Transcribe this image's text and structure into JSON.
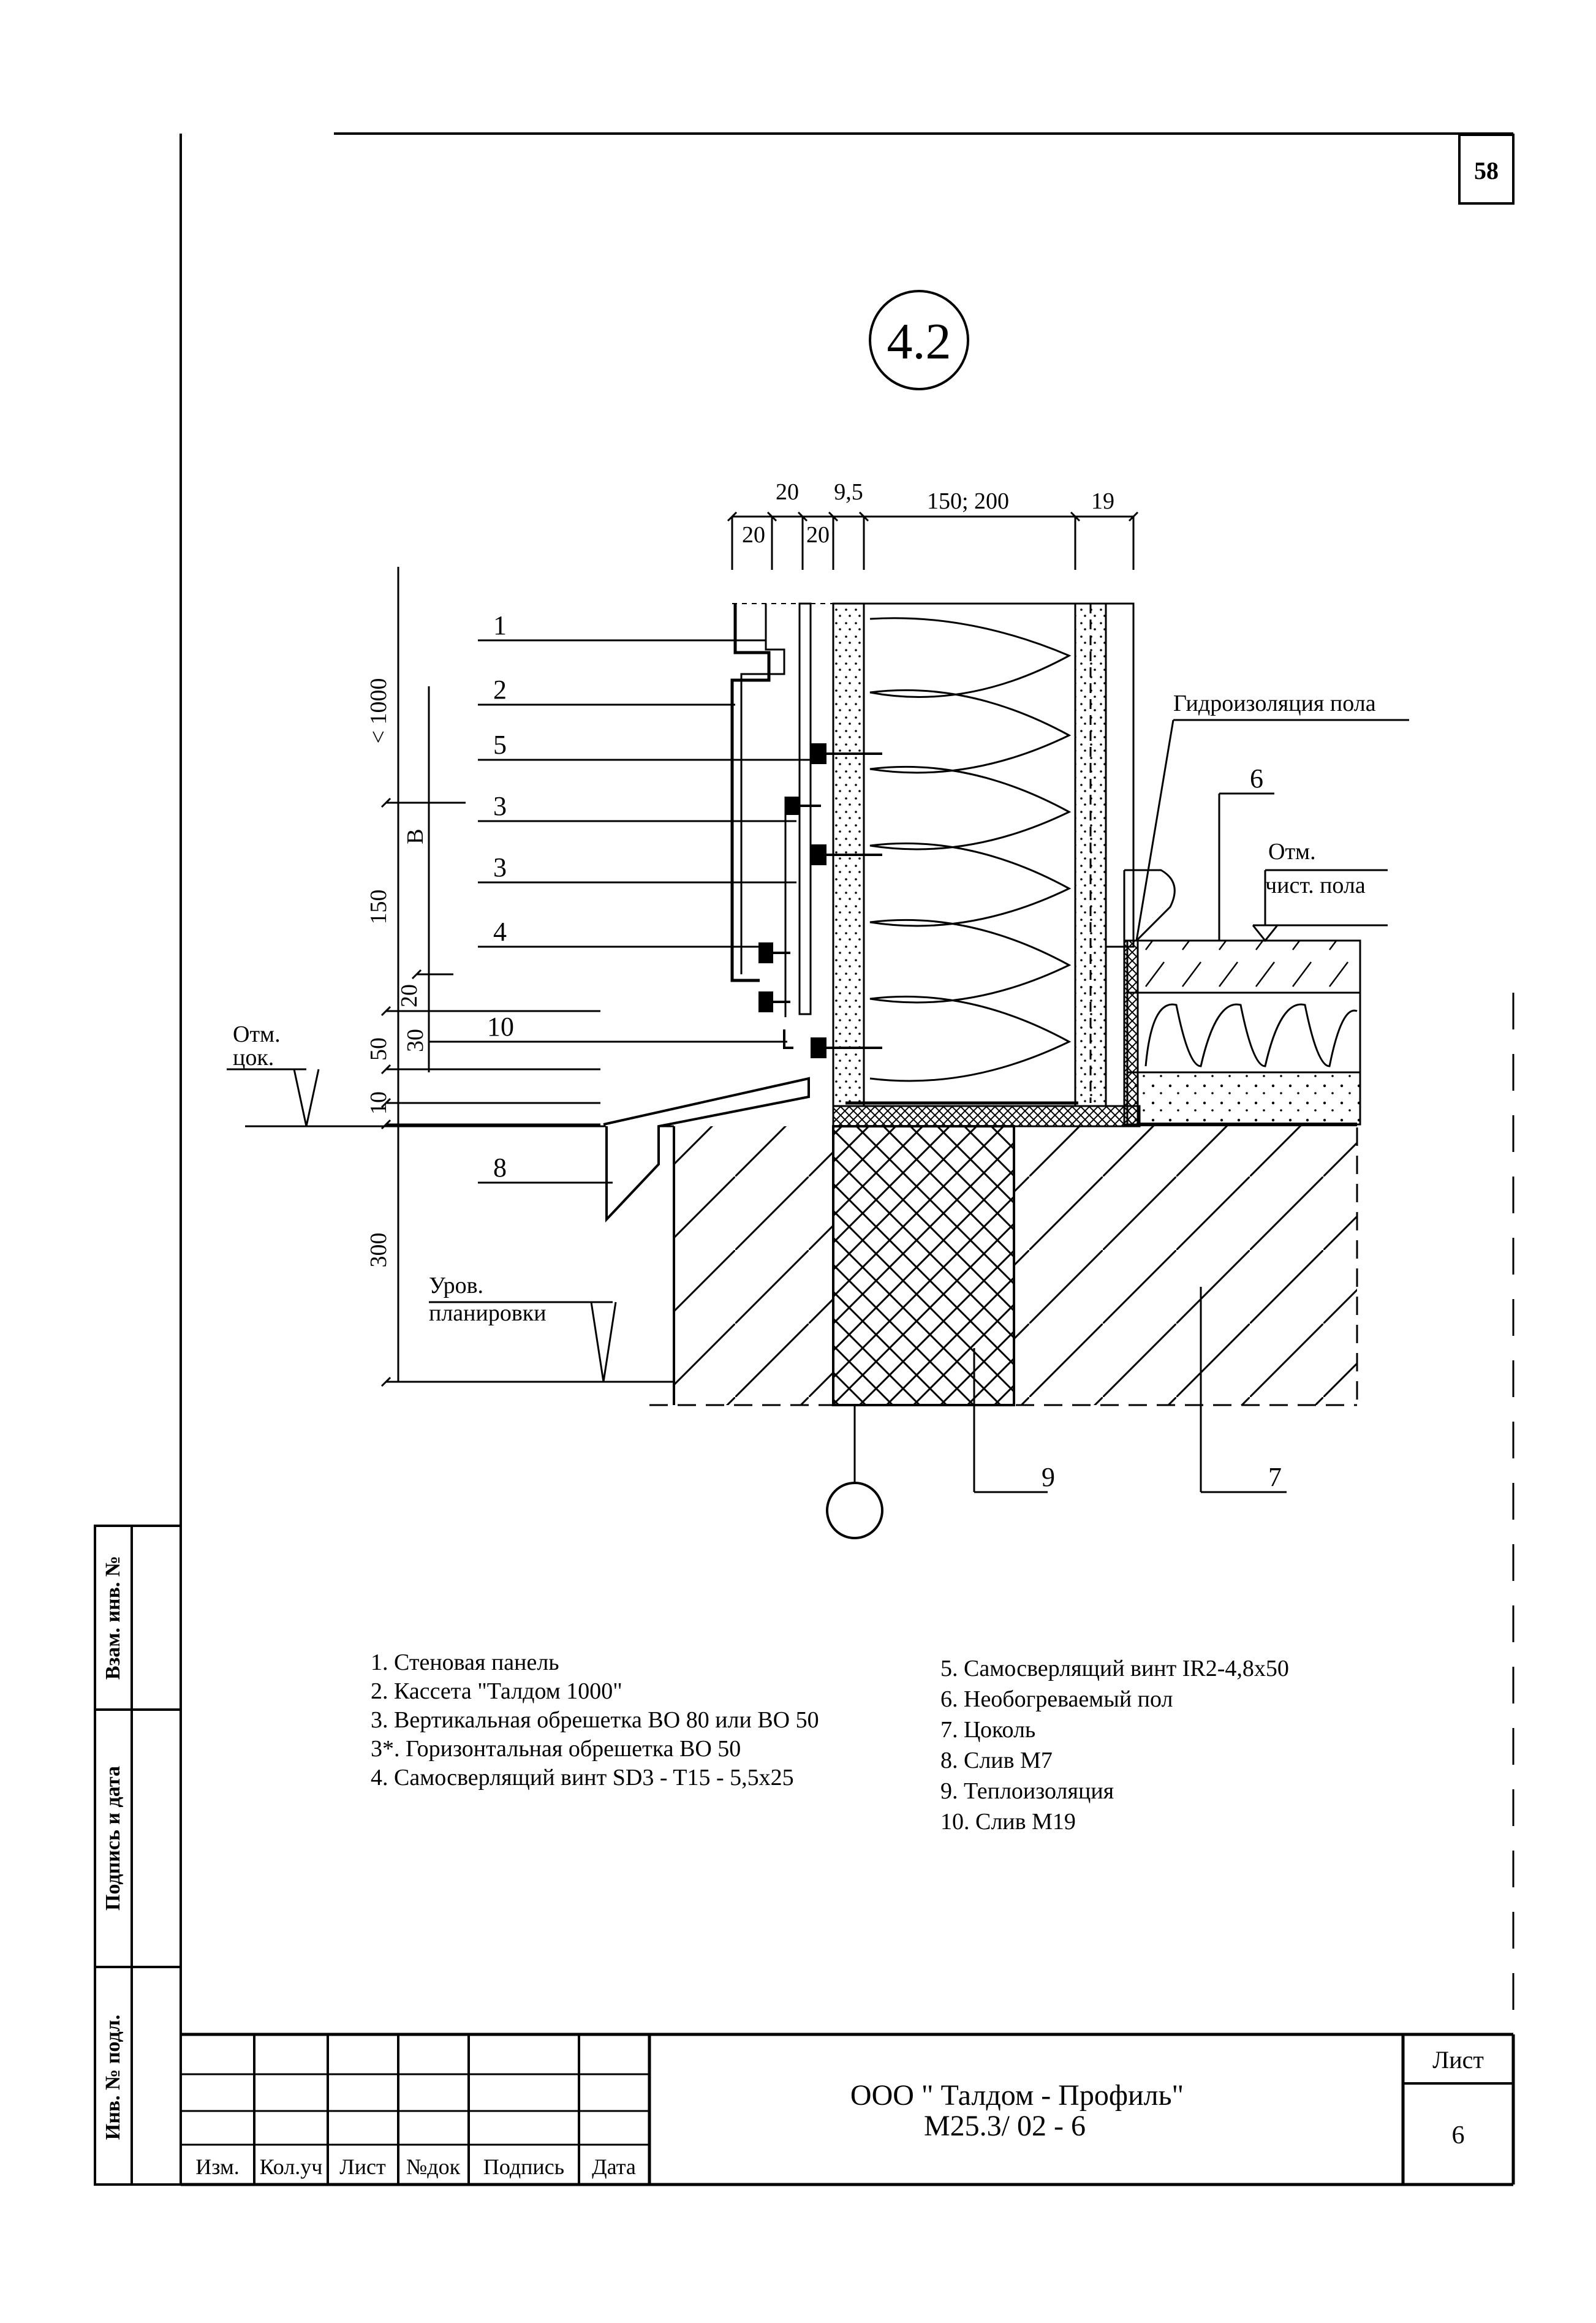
{
  "page_number": "58",
  "detail_number": "4.2",
  "dimensions_top": {
    "row_upper": [
      "20",
      "9,5",
      "150; 200",
      "19"
    ],
    "row_lower": [
      "20",
      "20"
    ]
  },
  "dimensions_left": {
    "lt1000": "< 1000",
    "b": "В",
    "d150": "150",
    "d20": "20",
    "d30": "30",
    "d50": "50",
    "d10": "10",
    "d300": "300"
  },
  "callouts": [
    "1",
    "2",
    "5",
    "3",
    "3",
    "4",
    "10",
    "8",
    "6",
    "9",
    "7"
  ],
  "labels": {
    "floor_waterproofing": "Гидроизоляция пола",
    "floor_level_1": "Отм.",
    "floor_level_2": "чист. пола",
    "plinth_level_1": "Отм.",
    "plinth_level_2": "цок.",
    "grade_level_1": "Уров.",
    "grade_level_2": "планировки"
  },
  "legend_left": [
    "1. Стеновая панель",
    "2. Кассета \"Талдом 1000\"",
    "3. Вертикальная обрешетка ВО 80 или ВО 50",
    "3*. Горизонтальная обрешетка  ВО 50",
    "4. Самосверлящий винт SD3 - T15 - 5,5х25"
  ],
  "legend_right": [
    "5. Самосверлящий винт IR2-4,8х50",
    "6. Необогреваемый пол",
    "7. Цоколь",
    "8. Слив М7",
    "9. Теплоизоляция",
    "10. Слив М19"
  ],
  "side_stamp": {
    "vzam": "Взам. инв. №",
    "podpis": "Подпись и дата",
    "inv": "Инв. № подл."
  },
  "title_block": {
    "columns": [
      "Изм.",
      "Кол.уч",
      "Лист",
      "№док",
      "Подпись",
      "Дата"
    ],
    "company": "ООО \" Талдом - Профиль\"",
    "code": "М25.3/ 02 - 6",
    "sheet_label": "Лист",
    "sheet_number": "6"
  }
}
